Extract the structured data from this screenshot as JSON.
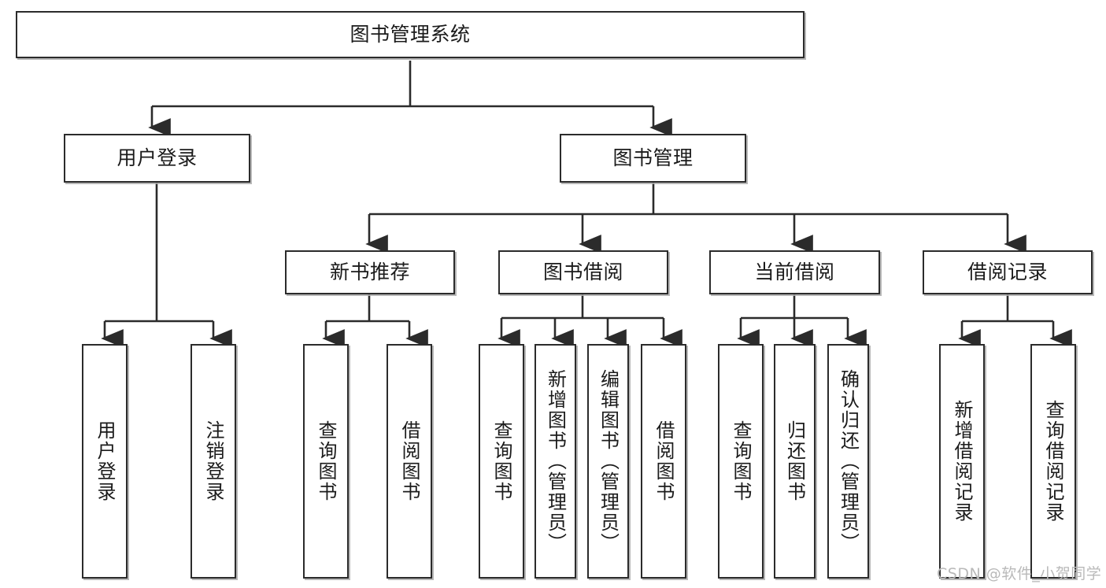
{
  "diagram": {
    "title": "图书管理系统",
    "watermark": "CSDN @软件_小贺同学",
    "colors": {
      "background": "#ffffff",
      "stroke": "#2b2b2b",
      "text": "#1b1b1b",
      "watermark": "#b9b9b9",
      "shadow": "#aaaaaa"
    },
    "levels": {
      "root": [
        "图书管理系统"
      ],
      "level2": [
        "用户登录",
        "图书管理"
      ],
      "level3": [
        "新书推荐",
        "图书借阅",
        "当前借阅",
        "借阅记录"
      ],
      "leaves": [
        "用户登录",
        "注销登录",
        "查询图书",
        "借阅图书",
        "查询图书",
        "新增图书（管理员）",
        "编辑图书（管理员）",
        "借阅图书",
        "查询图书",
        "归还图书",
        "确认归还（管理员）",
        "新增借阅记录",
        "查询借阅记录"
      ]
    },
    "nodes": {
      "root": {
        "label": "图书管理系统"
      },
      "user_login": {
        "label": "用户登录"
      },
      "book_manage": {
        "label": "图书管理"
      },
      "new_book_rec": {
        "label": "新书推荐"
      },
      "book_borrow": {
        "label": "图书借阅"
      },
      "current_borrow": {
        "label": "当前借阅"
      },
      "borrow_record": {
        "label": "借阅记录"
      },
      "leaf_user_login": {
        "label": "用户登录"
      },
      "leaf_logout": {
        "label": "注销登录"
      },
      "leaf_query_book_1": {
        "label": "查询图书"
      },
      "leaf_borrow_book_1": {
        "label": "借阅图书"
      },
      "leaf_query_book_2": {
        "label": "查询图书"
      },
      "leaf_add_book": {
        "label": "新增图书（管理员）"
      },
      "leaf_edit_book": {
        "label": "编辑图书（管理员）"
      },
      "leaf_borrow_book_2": {
        "label": "借阅图书"
      },
      "leaf_query_book_3": {
        "label": "查询图书"
      },
      "leaf_return_book": {
        "label": "归还图书"
      },
      "leaf_confirm_return": {
        "label": "确认归还（管理员）"
      },
      "leaf_add_record": {
        "label": "新增借阅记录"
      },
      "leaf_query_record": {
        "label": "查询借阅记录"
      }
    },
    "edges": [
      {
        "from": "root",
        "to": "user_login"
      },
      {
        "from": "root",
        "to": "book_manage"
      },
      {
        "from": "user_login",
        "to": "leaf_user_login"
      },
      {
        "from": "user_login",
        "to": "leaf_logout"
      },
      {
        "from": "book_manage",
        "to": "new_book_rec"
      },
      {
        "from": "book_manage",
        "to": "book_borrow"
      },
      {
        "from": "book_manage",
        "to": "current_borrow"
      },
      {
        "from": "book_manage",
        "to": "borrow_record"
      },
      {
        "from": "new_book_rec",
        "to": "leaf_query_book_1"
      },
      {
        "from": "new_book_rec",
        "to": "leaf_borrow_book_1"
      },
      {
        "from": "book_borrow",
        "to": "leaf_query_book_2"
      },
      {
        "from": "book_borrow",
        "to": "leaf_add_book"
      },
      {
        "from": "book_borrow",
        "to": "leaf_edit_book"
      },
      {
        "from": "book_borrow",
        "to": "leaf_borrow_book_2"
      },
      {
        "from": "current_borrow",
        "to": "leaf_query_book_3"
      },
      {
        "from": "current_borrow",
        "to": "leaf_return_book"
      },
      {
        "from": "current_borrow",
        "to": "leaf_confirm_return"
      },
      {
        "from": "borrow_record",
        "to": "leaf_add_record"
      },
      {
        "from": "borrow_record",
        "to": "leaf_query_record"
      }
    ]
  }
}
